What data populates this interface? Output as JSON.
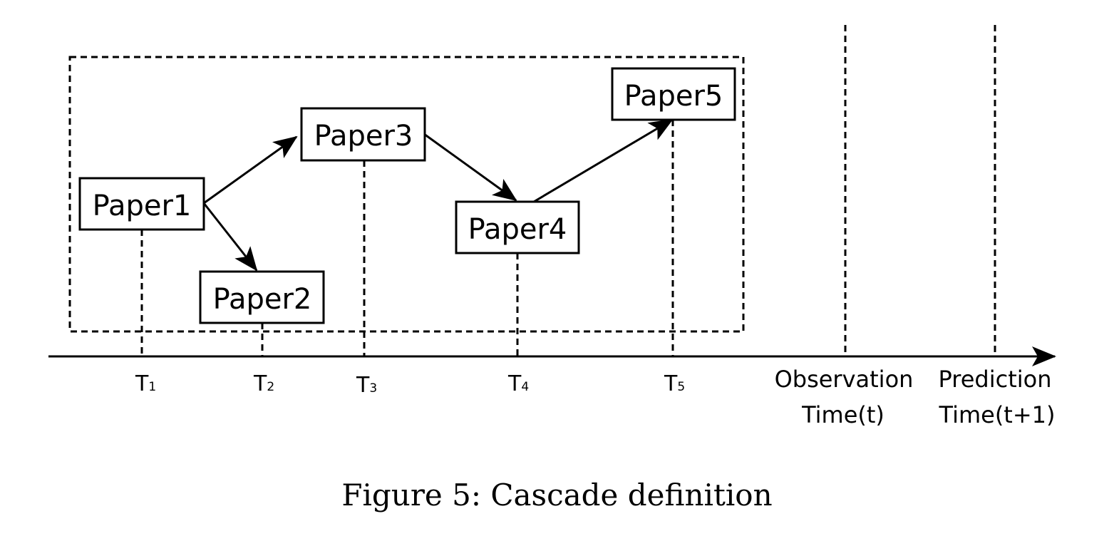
{
  "diagram": {
    "papers": [
      {
        "id": "p1",
        "label": "Paper1",
        "time": "T1"
      },
      {
        "id": "p2",
        "label": "Paper2",
        "time": "T2"
      },
      {
        "id": "p3",
        "label": "Paper3",
        "time": "T3"
      },
      {
        "id": "p4",
        "label": "Paper4",
        "time": "T4"
      },
      {
        "id": "p5",
        "label": "Paper5",
        "time": "T5"
      }
    ],
    "edges": [
      {
        "from": "p1",
        "to": "p3"
      },
      {
        "from": "p1",
        "to": "p2"
      },
      {
        "from": "p3",
        "to": "p4"
      },
      {
        "from": "p4",
        "to": "p5"
      }
    ],
    "ticks": [
      {
        "letter": "T",
        "sub": "1"
      },
      {
        "letter": "T",
        "sub": "2"
      },
      {
        "letter": "T",
        "sub": "3"
      },
      {
        "letter": "T",
        "sub": "4"
      },
      {
        "letter": "T",
        "sub": "5"
      }
    ],
    "observation": {
      "line1": "Observation",
      "line2": "Time(t)"
    },
    "prediction": {
      "line1": "Prediction",
      "line2": "Time(t+1)"
    }
  },
  "caption": "Figure 5: Cascade definition",
  "colors": {
    "stroke": "#000000",
    "background": "#ffffff"
  }
}
